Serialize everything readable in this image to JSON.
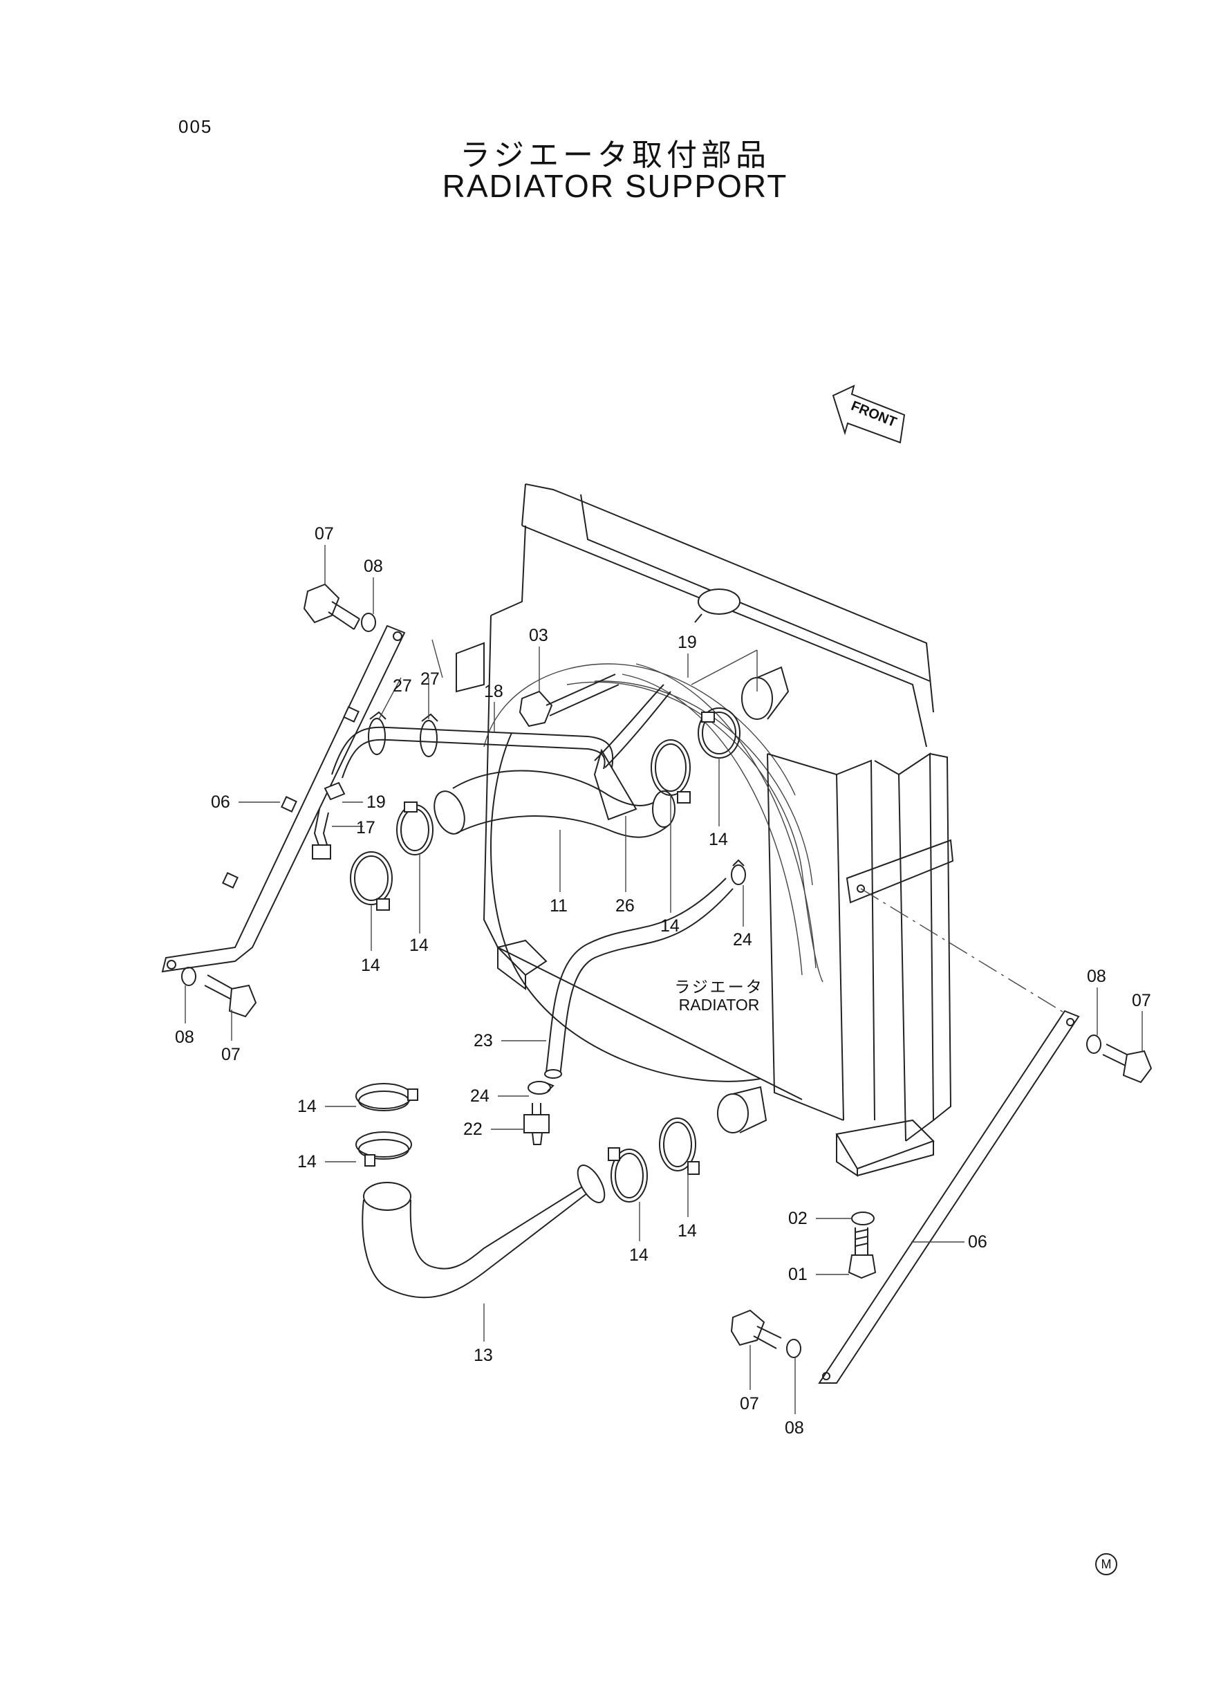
{
  "page": {
    "number": "005",
    "title_jp": "ラジエータ取付部品",
    "title_en": "RADIATOR SUPPORT"
  },
  "front_arrow": {
    "label": "FRONT"
  },
  "radiator_label": {
    "jp": "ラジエータ",
    "en": "RADIATOR"
  },
  "callouts": {
    "c07a": "07",
    "c08a": "08",
    "c03": "03",
    "c19a": "19",
    "c27a": "27",
    "c27b": "27",
    "c18": "18",
    "c06a": "06",
    "c19b": "19",
    "c17": "17",
    "c14a": "14",
    "c14b": "14",
    "c11": "11",
    "c26": "26",
    "c14c": "14",
    "c14d": "14",
    "c24a": "24",
    "c08b": "08",
    "c07b": "07",
    "c23": "23",
    "c24b": "24",
    "c22": "22",
    "c14e": "14",
    "c14f": "14",
    "c13": "13",
    "c14g": "14",
    "c14h": "14",
    "c08c": "08",
    "c07c": "07",
    "c02": "02",
    "c01": "01",
    "c06b": "06",
    "c07d": "07",
    "c08d": "08"
  },
  "mark": "M"
}
